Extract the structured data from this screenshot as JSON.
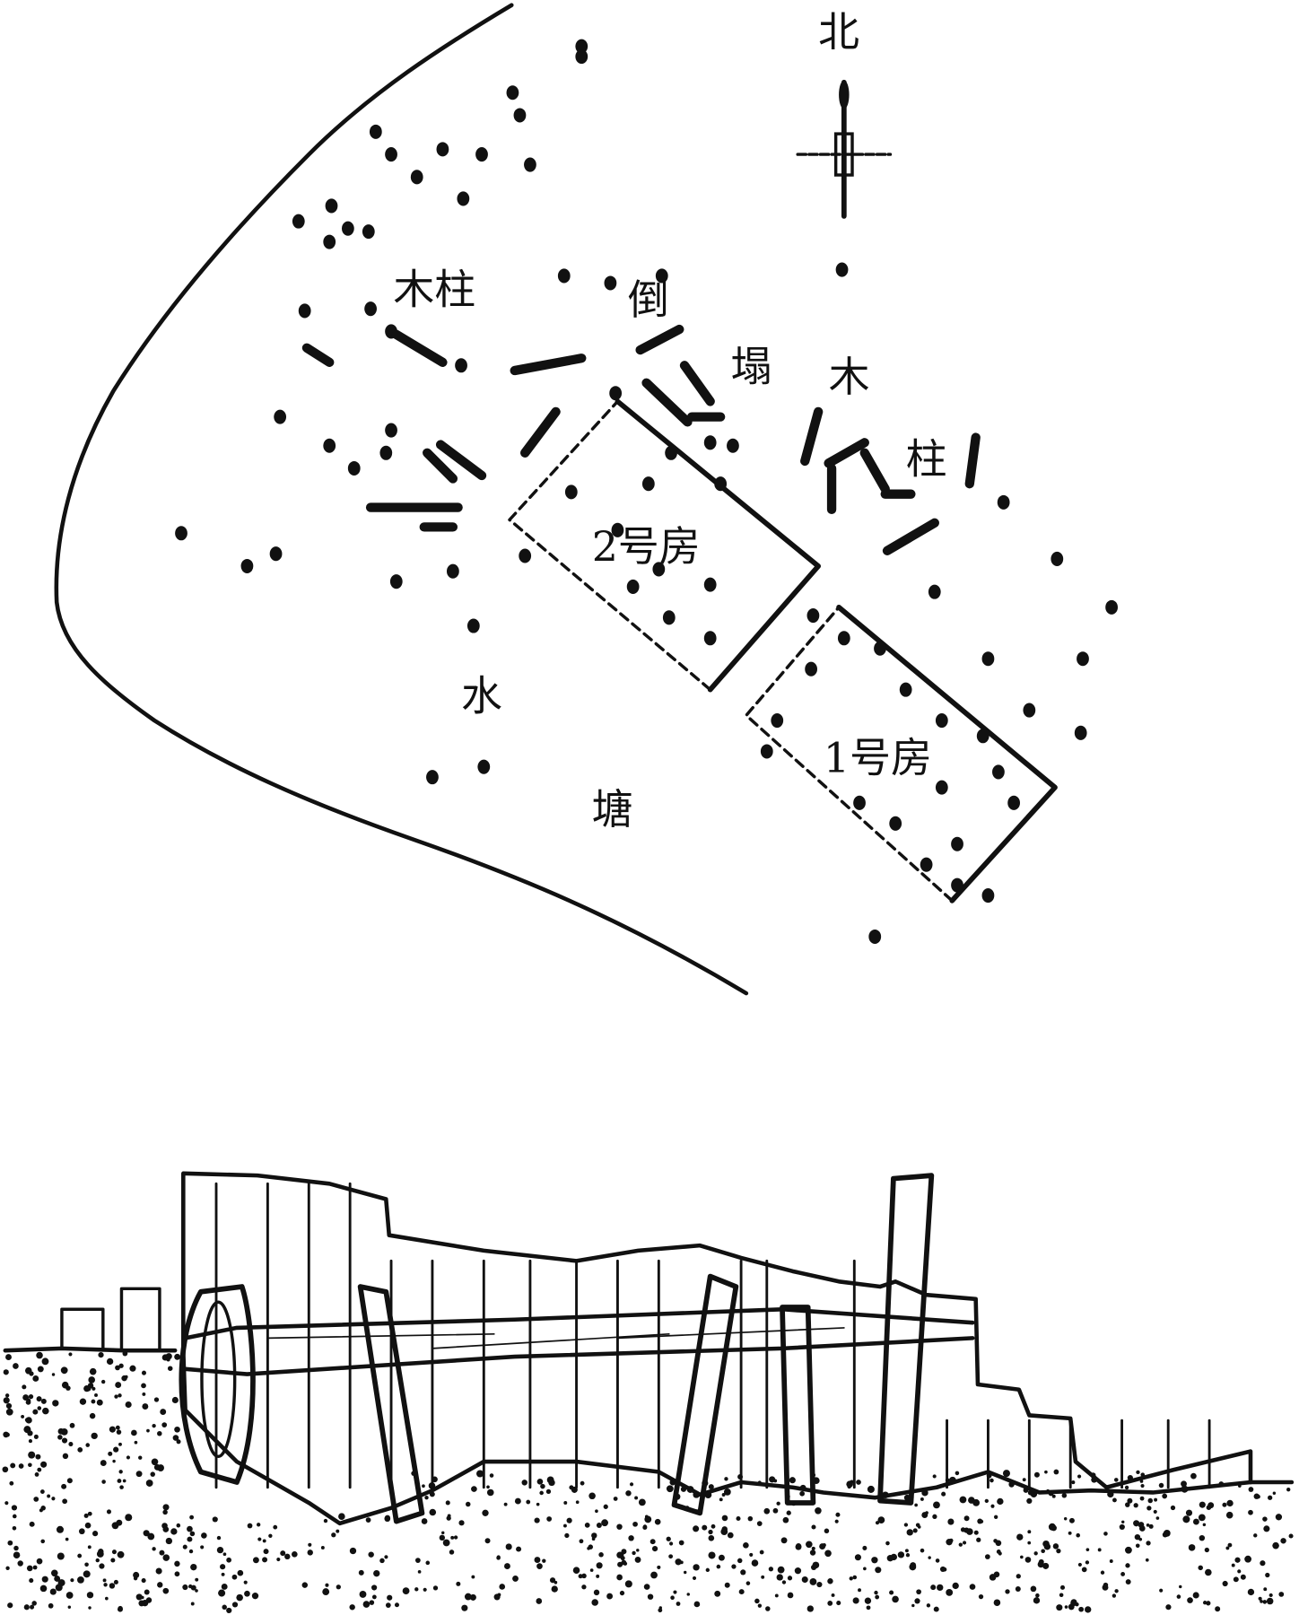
{
  "plan": {
    "north_label": "北",
    "labels": {
      "posts_left": "木柱",
      "collapsed_1": "倒",
      "collapsed_2": "塌",
      "wood": "木",
      "post": "柱",
      "house_2": "2号房",
      "house_1": "1号房",
      "water_1": "水",
      "water_2": "塘"
    }
  },
  "colors": {
    "ink": "#111111",
    "paper": "#ffffff"
  }
}
